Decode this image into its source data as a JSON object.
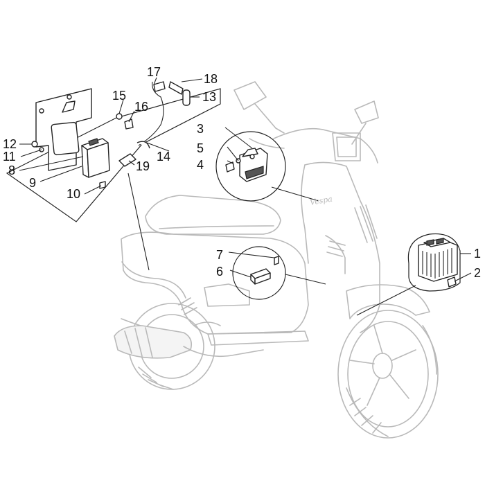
{
  "diagram": {
    "callouts": [
      {
        "id": "c1",
        "label": "1"
      },
      {
        "id": "c2",
        "label": "2"
      },
      {
        "id": "c3",
        "label": "3"
      },
      {
        "id": "c4",
        "label": "4"
      },
      {
        "id": "c5",
        "label": "5"
      },
      {
        "id": "c6",
        "label": "6"
      },
      {
        "id": "c7",
        "label": "7"
      },
      {
        "id": "c8",
        "label": "8"
      },
      {
        "id": "c9",
        "label": "9"
      },
      {
        "id": "c10",
        "label": "10"
      },
      {
        "id": "c11",
        "label": "11"
      },
      {
        "id": "c12",
        "label": "12"
      },
      {
        "id": "c13",
        "label": "13"
      },
      {
        "id": "c14",
        "label": "14"
      },
      {
        "id": "c15",
        "label": "15"
      },
      {
        "id": "c16",
        "label": "16"
      },
      {
        "id": "c17",
        "label": "17"
      },
      {
        "id": "c18",
        "label": "18"
      },
      {
        "id": "c19",
        "label": "19"
      }
    ],
    "brand_script": "Vespa",
    "colors": {
      "ink": "#222222",
      "ghost": "#b9b9b9",
      "background": "#ffffff"
    }
  }
}
